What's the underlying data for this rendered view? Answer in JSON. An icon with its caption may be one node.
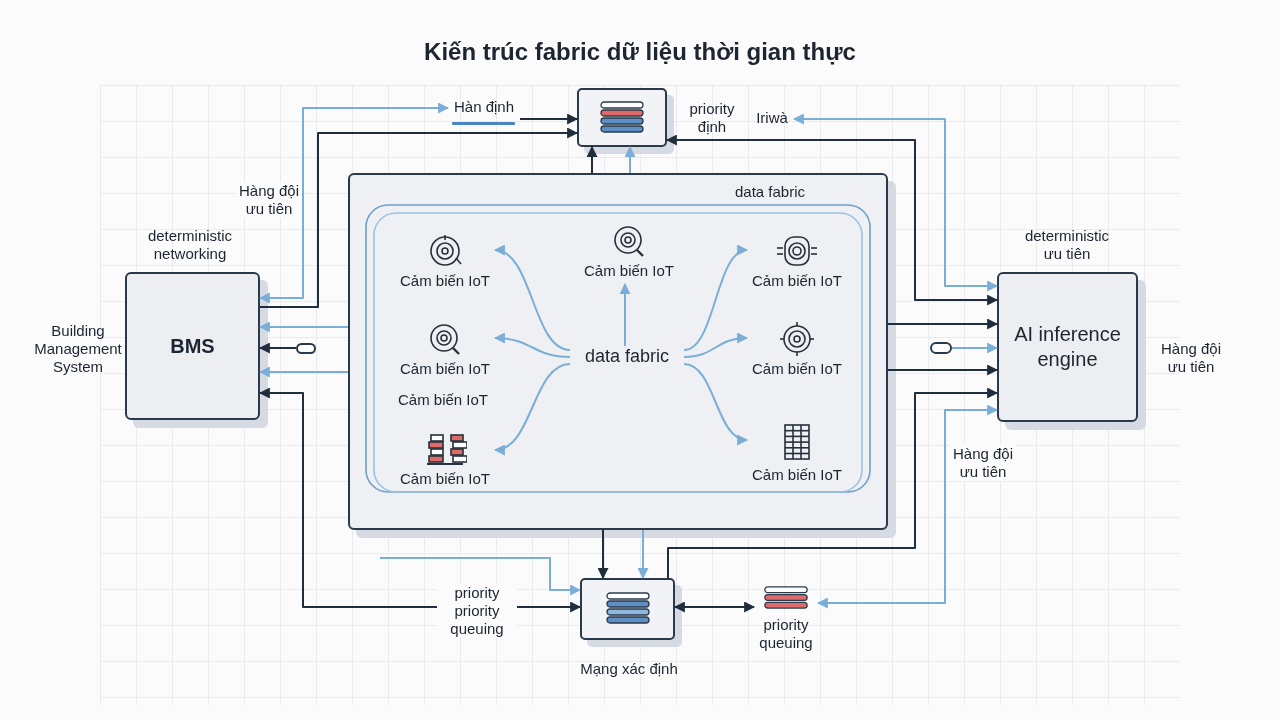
{
  "diagram": {
    "title": "Kiến trúc fabric dữ liệu thời gian thực",
    "nodes": [
      {
        "text": [
          "data fabric"
        ]
      },
      {
        "text": [
          "data fabric"
        ],
        "in": 0
      },
      {
        "text": [
          "Cảm biến IoT"
        ],
        "in": 0
      },
      {
        "text": [
          "Cảm biến IoT"
        ],
        "in": 0
      },
      {
        "text": [
          "Cảm biến IoT"
        ],
        "in": 0
      },
      {
        "text": [
          "Cảm biến IoT"
        ],
        "in": 0
      },
      {
        "text": [
          "Cảm biến IoT"
        ],
        "in": 0
      },
      {
        "text": [
          "Cảm biến IoT"
        ],
        "in": 0
      },
      {
        "text": [
          "Cảm biến IoT"
        ],
        "in": 0
      },
      {
        "text": [
          "priority định"
        ]
      },
      {
        "text": [
          "Hàn định"
        ]
      },
      {
        "text": [
          "Iriwà"
        ]
      },
      {
        "text": [
          "BMS"
        ],
        "beside": [
          "deterministic networking",
          "Building Management System"
        ]
      },
      {
        "text": [
          "AI inference engine"
        ],
        "beside": [
          "deterministic ưu tiên",
          "Hàng đội ưu tiên"
        ]
      },
      {
        "text": [],
        "shape": "pill"
      },
      {
        "text": [],
        "shape": "pill"
      },
      {
        "text": [
          "Mạng xác định"
        ]
      },
      {
        "text": [
          "priority queuing"
        ]
      }
    ],
    "edges": [
      {
        "from": 12,
        "to": 10,
        "arrow": "both",
        "label": "Hàng đội ưu tiên"
      },
      {
        "from": 10,
        "to": 9,
        "arrow": "to",
        "color": "#1f2d3d"
      },
      {
        "from": 12,
        "to": 9,
        "arrow": "to",
        "color": "#1f2d3d"
      },
      {
        "from": 13,
        "to": 9,
        "arrow": "both",
        "color": "#1f2d3d"
      },
      {
        "from": 13,
        "to": 11,
        "arrow": "both"
      },
      {
        "from": 0,
        "to": 9,
        "arrow": "to",
        "color": "#1f2d3d"
      },
      {
        "from": 0,
        "to": 9,
        "arrow": "to"
      },
      {
        "from": 0,
        "to": 12,
        "arrow": "to"
      },
      {
        "from": 0,
        "to": 12,
        "arrow": "to"
      },
      {
        "from": 14,
        "to": 12,
        "arrow": "to",
        "color": "#1f2d3d"
      },
      {
        "from": 0,
        "to": 13,
        "arrow": "to",
        "color": "#1f2d3d"
      },
      {
        "from": 0,
        "to": 13,
        "arrow": "to",
        "color": "#1f2d3d"
      },
      {
        "from": 15,
        "to": 13,
        "arrow": "to"
      },
      {
        "from": 16,
        "to": 12,
        "arrow": "both",
        "color": "#1f2d3d",
        "label": "priority priority queuing"
      },
      {
        "from": null,
        "to": 16,
        "arrow": "to"
      },
      {
        "from": 0,
        "to": 16,
        "arrow": "to",
        "color": "#1f2d3d"
      },
      {
        "from": 0,
        "to": 16,
        "arrow": "to"
      },
      {
        "from": 16,
        "to": 13,
        "arrow": "to",
        "color": "#1f2d3d"
      },
      {
        "from": 16,
        "to": 17,
        "arrow": "both",
        "color": "#1f2d3d"
      },
      {
        "from": 13,
        "to": 17,
        "arrow": "both",
        "label": "Hàng đội ưu tiên"
      },
      {
        "from": 1,
        "to": 2,
        "arrow": "to"
      },
      {
        "from": 1,
        "to": 3,
        "arrow": "to"
      },
      {
        "from": 1,
        "to": 4,
        "arrow": "to"
      },
      {
        "from": 1,
        "to": 5,
        "arrow": "to"
      },
      {
        "from": 1,
        "to": 6,
        "arrow": "to"
      },
      {
        "from": 1,
        "to": 7,
        "arrow": "to"
      },
      {
        "from": 1,
        "to": 8,
        "arrow": "to"
      }
    ],
    "labels": [
      "Cảm biến IoT"
    ]
  }
}
